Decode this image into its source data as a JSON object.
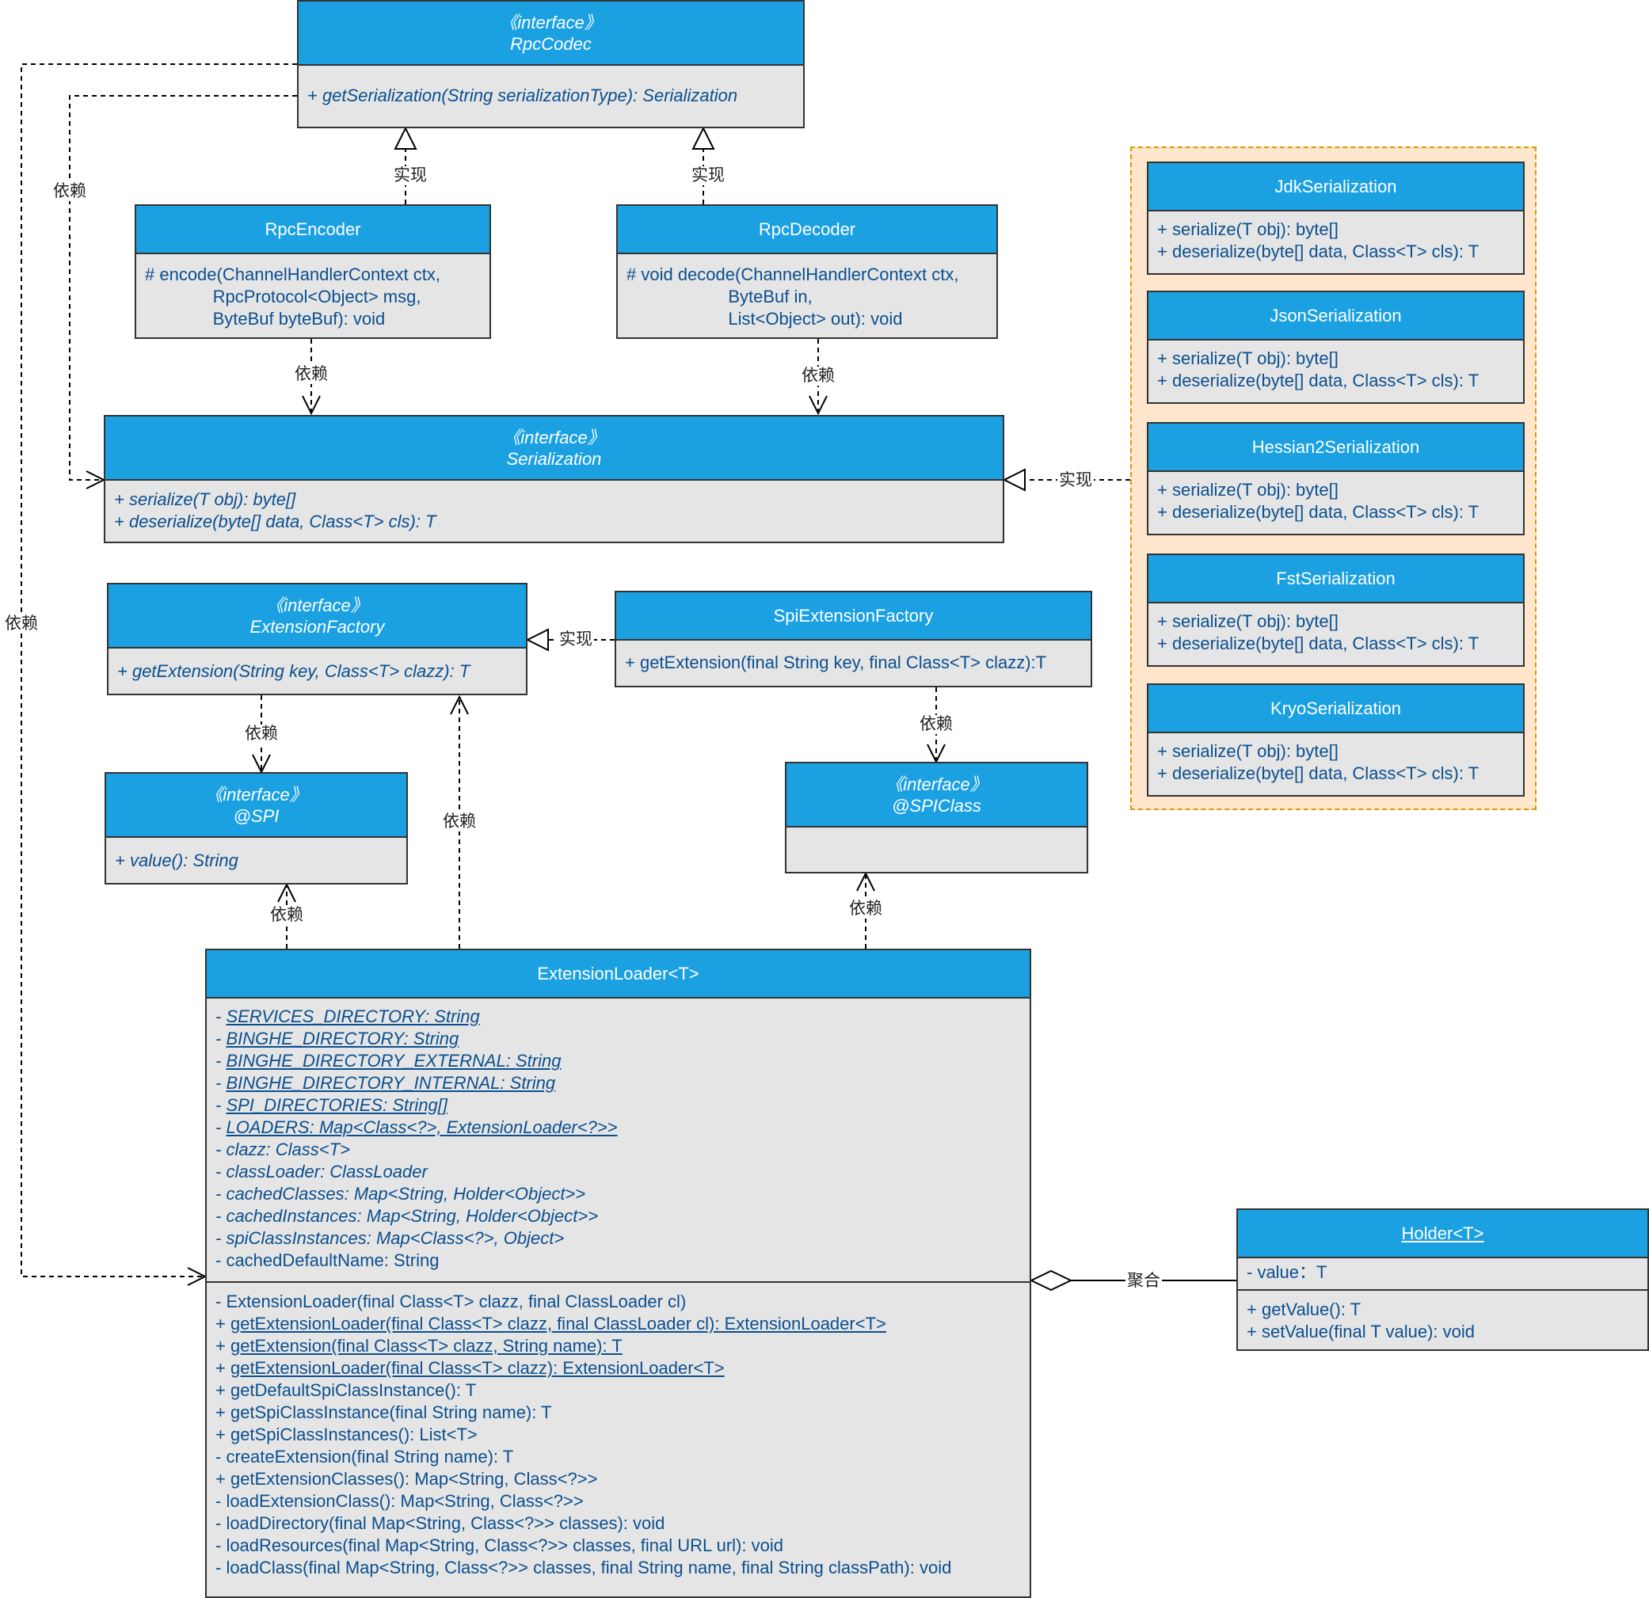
{
  "classes": {
    "rpc_codec": {
      "stereotype": "《interface》",
      "name": "RpcCodec",
      "ops": [
        "+ getSerialization(String serializationType): Serialization"
      ]
    },
    "rpc_encoder": {
      "name": "RpcEncoder",
      "ops": [
        "# encode(ChannelHandlerContext ctx,",
        "              RpcProtocol<Object> msg,",
        "              ByteBuf byteBuf): void"
      ]
    },
    "rpc_decoder": {
      "name": "RpcDecoder",
      "ops": [
        "# void decode(ChannelHandlerContext ctx,",
        "                     ByteBuf in,",
        "                     List<Object> out): void"
      ]
    },
    "serialization": {
      "stereotype": "《interface》",
      "name": "Serialization",
      "ops": [
        "+ serialize(T obj): byte[]",
        "+ deserialize(byte[] data, Class<T> cls): T"
      ]
    },
    "jdk_serialization": {
      "name": "JdkSerialization",
      "ops": [
        "+ serialize(T obj): byte[]",
        "+ deserialize(byte[] data, Class<T> cls): T"
      ]
    },
    "json_serialization": {
      "name": "JsonSerialization",
      "ops": [
        "+ serialize(T obj): byte[]",
        "+ deserialize(byte[] data, Class<T> cls): T"
      ]
    },
    "hessian2_serialization": {
      "name": "Hessian2Serialization",
      "ops": [
        "+ serialize(T obj): byte[]",
        "+ deserialize(byte[] data, Class<T> cls): T"
      ]
    },
    "fst_serialization": {
      "name": "FstSerialization",
      "ops": [
        "+ serialize(T obj): byte[]",
        "+ deserialize(byte[] data, Class<T> cls): T"
      ]
    },
    "kryo_serialization": {
      "name": "KryoSerialization",
      "ops": [
        "+ serialize(T obj): byte[]",
        "+ deserialize(byte[] data, Class<T> cls): T"
      ]
    },
    "extension_factory": {
      "stereotype": "《interface》",
      "name": "ExtensionFactory",
      "ops": [
        "+ getExtension(String key, Class<T> clazz): T"
      ]
    },
    "spi_extension_factory": {
      "name": "SpiExtensionFactory",
      "ops": [
        "+ getExtension(final String key, final Class<T> clazz):T"
      ]
    },
    "spi": {
      "stereotype": "《interface》",
      "name": "@SPI",
      "ops": [
        "+ value(): String"
      ]
    },
    "spi_class": {
      "stereotype": "《interface》",
      "name": "@SPIClass"
    },
    "extension_loader": {
      "name": "ExtensionLoader<T>",
      "fields_prefix": "- ",
      "fields_static": [
        "SERVICES_DIRECTORY: String",
        "BINGHE_DIRECTORY: String",
        "BINGHE_DIRECTORY_EXTERNAL: String",
        "BINGHE_DIRECTORY_INTERNAL: String",
        "SPI_DIRECTORIES: String[]",
        "LOADERS: Map<Class<?>, ExtensionLoader<?>>"
      ],
      "fields_italic": [
        "- clazz: Class<T>",
        "- classLoader: ClassLoader",
        "- cachedClasses: Map<String, Holder<Object>>",
        "- cachedInstances: Map<String, Holder<Object>>",
        "- spiClassInstances: Map<Class<?>, Object>"
      ],
      "fields_plain": [
        "- cachedDefaultName: String"
      ],
      "ctor": "- ExtensionLoader(final Class<T> clazz, final ClassLoader cl)",
      "ops_static_prefix": "+ ",
      "ops_static": [
        "getExtensionLoader(final Class<T> clazz, final ClassLoader cl): ExtensionLoader<T>",
        "getExtension(final Class<T> clazz, String name): T",
        "getExtensionLoader(final Class<T> clazz): ExtensionLoader<T>"
      ],
      "ops": [
        "+ getDefaultSpiClassInstance(): T",
        "+ getSpiClassInstance(final String name): T",
        "+ getSpiClassInstances(): List<T>",
        "- createExtension(final String name): T",
        "+ getExtensionClasses(): Map<String, Class<?>>",
        "- loadExtensionClass(): Map<String, Class<?>>",
        "- loadDirectory(final Map<String, Class<?>> classes): void",
        "- loadResources(final Map<String, Class<?>> classes, final URL url): void",
        "- loadClass(final Map<String, Class<?>> classes, final String name, final String classPath): void"
      ]
    },
    "holder": {
      "name": "Holder<T>",
      "fields": [
        "- value：T"
      ],
      "ops": [
        "+ getValue(): T",
        "+ setValue(final T value): void"
      ]
    }
  },
  "labels": {
    "impl": "实现",
    "dep": "依赖",
    "agg": "聚合"
  },
  "colors": {
    "header_fill": "#1ba1e2",
    "body_fill": "#e5e5e5",
    "text_blue": "#0b4f8f",
    "group_fill": "#ffe6cc",
    "group_border": "#d79b00",
    "line": "#000000"
  }
}
